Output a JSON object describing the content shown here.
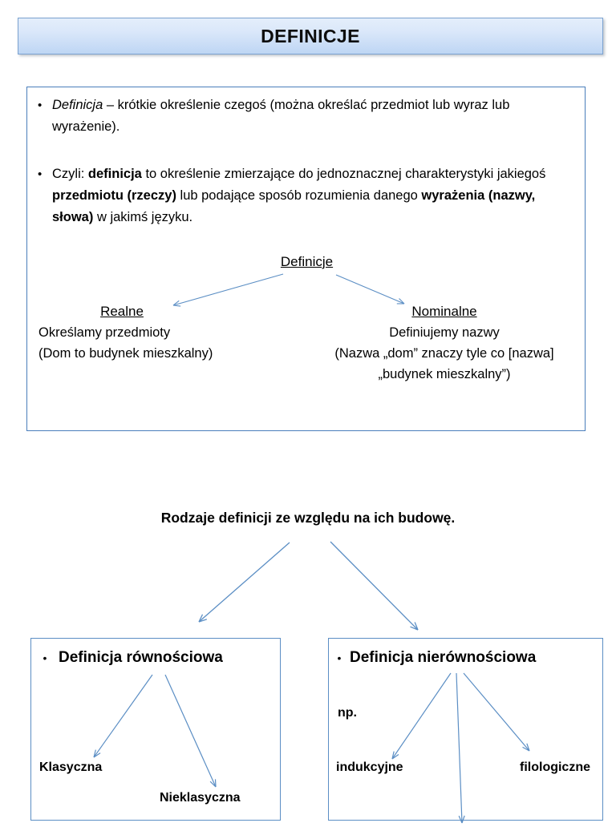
{
  "title_banner": {
    "text": "DEFINICJE"
  },
  "definition_panel": {
    "bullet_marker": "•",
    "bullet_1": {
      "term": "Definicja",
      "rest": " – krótkie określenie czegoś (można określać przedmiot lub wyraz lub wyrażenie)."
    },
    "bullet_2": {
      "part_1": "Czyli: ",
      "bold_1": "definicja",
      "part_2": " to określenie zmierzające do jednoznacznej charakterystyki jakiegoś ",
      "bold_2": "przedmiotu (rzeczy)",
      "part_3": " lub podające sposób rozumienia danego ",
      "bold_3": "wyrażenia (nazwy, słowa)",
      "part_4": " w jakimś języku."
    },
    "tree": {
      "root": "Definicje",
      "left": {
        "title": "Realne",
        "line_1": "Określamy przedmioty",
        "line_2": "(Dom to budynek mieszkalny)"
      },
      "right": {
        "title": "Nominalne",
        "line_1": "Definiujemy nazwy",
        "line_2": "(Nazwa „dom” znaczy tyle co [nazwa] „budynek mieszkalny”)"
      }
    }
  },
  "section_2": {
    "heading": "Rodzaje definicji ze względu na ich budowę.",
    "left_box": {
      "bullet_marker": "•",
      "heading": "Definicja równościowa",
      "leaf_1": "Klasyczna",
      "leaf_2": "Nieklasyczna"
    },
    "right_box": {
      "bullet_marker": "•",
      "heading": "Definicja nierównościowa",
      "example_label": "np.",
      "leaf_1": "indukcyjne",
      "leaf_2": "filologiczne"
    }
  },
  "colors": {
    "banner_border": "#7ba2d0",
    "panel_border": "#4a7ebb",
    "box_border": "#5b8ec4",
    "arrow": "#5b8ec4",
    "text": "#000000"
  }
}
